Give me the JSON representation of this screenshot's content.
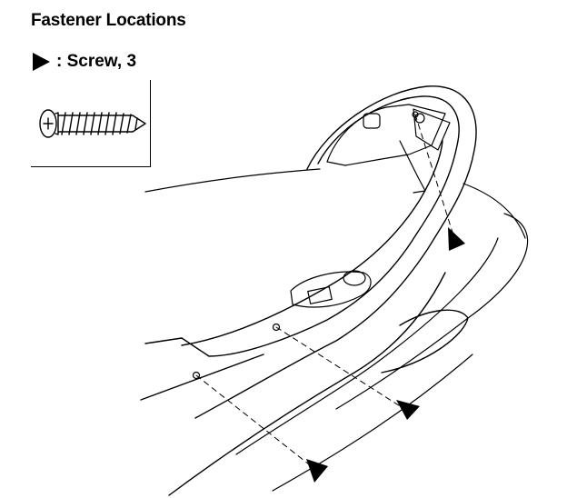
{
  "figure": {
    "title": "Fastener Locations",
    "legend": {
      "marker_icon": "filled-triangle-pointer",
      "text": ": Screw, 3"
    },
    "fastener_icon": "tapping-screw-icon",
    "screw_count": 3
  },
  "colors": {
    "ink": "#000000",
    "paper": "#ffffff"
  }
}
